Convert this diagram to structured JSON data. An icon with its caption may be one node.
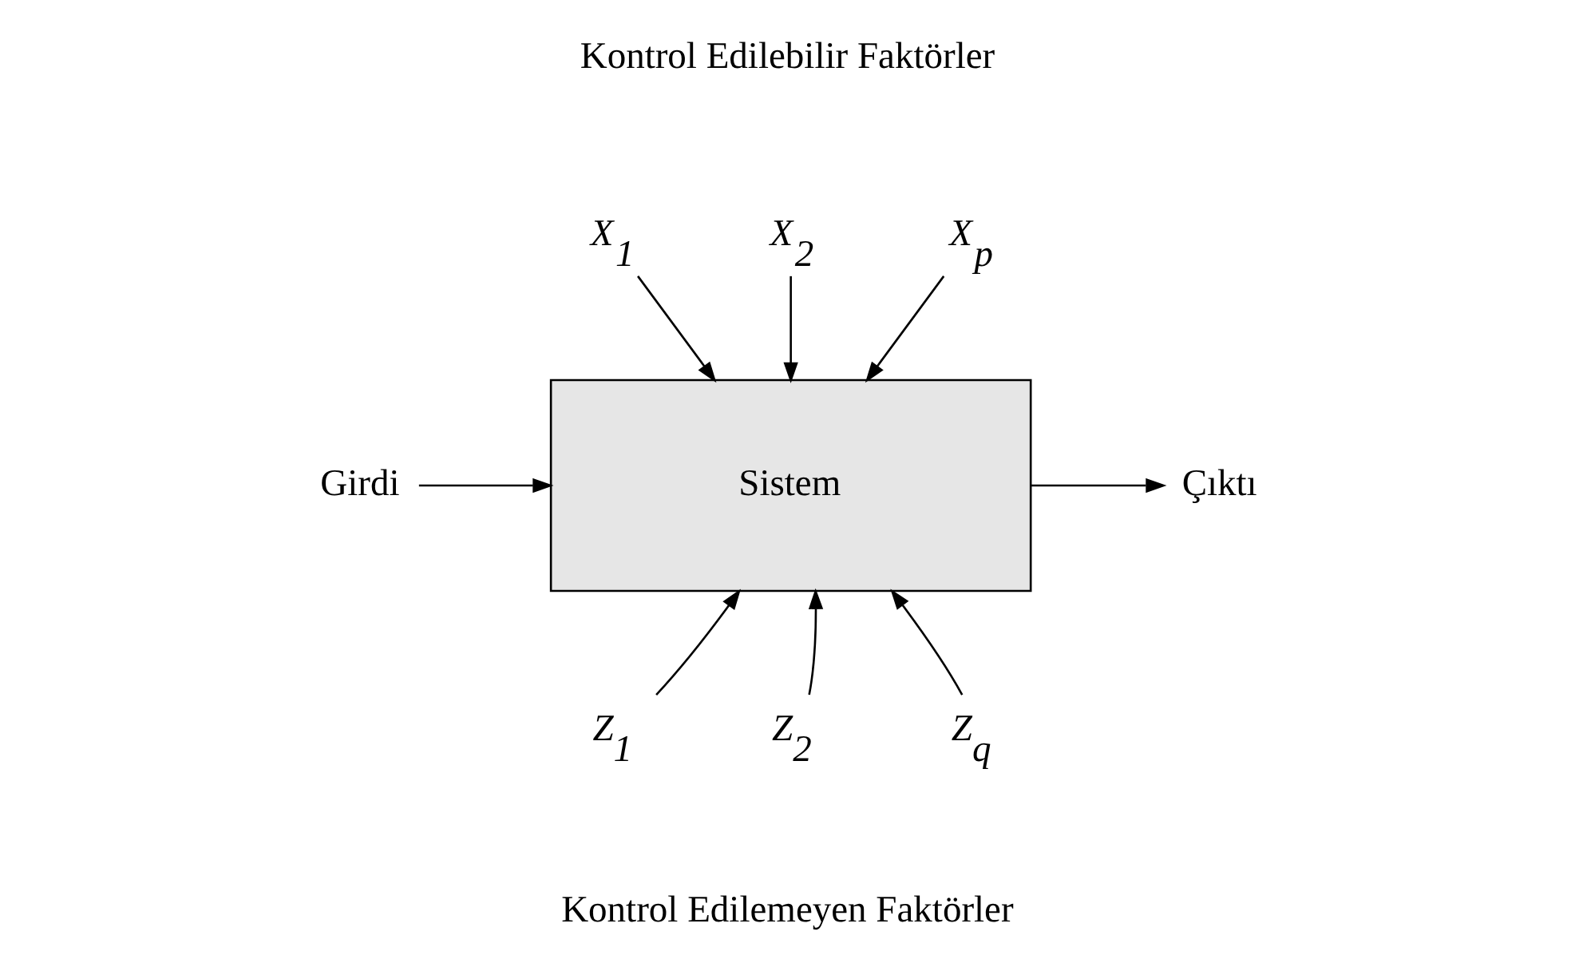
{
  "diagram": {
    "nodes": [
      {
        "text": [
          "X$_{1}$"
        ]
      },
      {
        "text": [
          "X$_{2}$"
        ]
      },
      {
        "text": [
          "X$_{p}$"
        ]
      },
      {
        "text": [
          "Girdi"
        ]
      },
      {
        "text": [
          "Sistem"
        ]
      },
      {
        "text": [
          "Çıktı"
        ]
      },
      {
        "text": [
          "Z$_{1}$"
        ]
      },
      {
        "text": [
          "Z$_{2}$"
        ]
      },
      {
        "text": [
          "Z$_{q}$"
        ]
      }
    ],
    "edges": [
      {
        "from": 0,
        "to": 4,
        "arrow": "to"
      },
      {
        "from": 1,
        "to": 4,
        "arrow": "to"
      },
      {
        "from": 2,
        "to": 4,
        "arrow": "to"
      },
      {
        "from": 3,
        "to": 4,
        "arrow": "to"
      },
      {
        "from": 4,
        "to": 5,
        "arrow": "to"
      },
      {
        "from": 6,
        "to": 4,
        "arrow": "to"
      },
      {
        "from": 7,
        "to": 4,
        "arrow": "to"
      },
      {
        "from": 8,
        "to": 4,
        "arrow": "to"
      }
    ],
    "labels": [
      "Kontrol Edilebilir Faktörler",
      "Kontrol Edilemeyen Faktörler"
    ]
  }
}
